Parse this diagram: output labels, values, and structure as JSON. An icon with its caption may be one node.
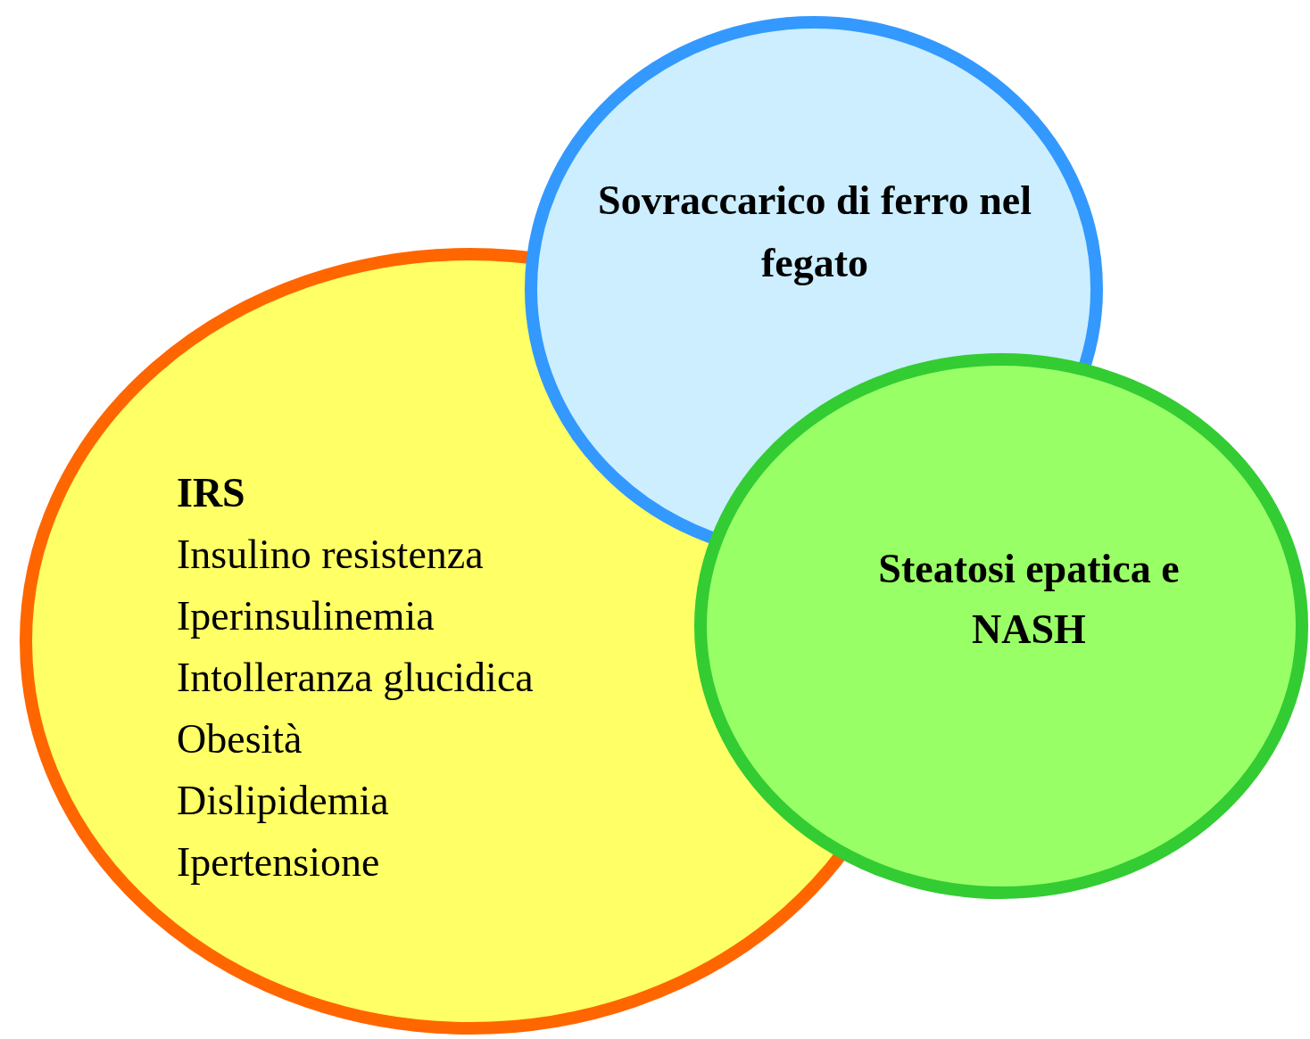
{
  "diagram": {
    "nodes": [
      {
        "text": [
          "IRS",
          "Insulino resistenza",
          "Iperinsulinemia",
          "Intolleranza glucidica",
          "Obesità",
          "Dislipidemia",
          "Ipertensione"
        ]
      },
      {
        "text": [
          "Sovraccarico di ferro nel fegato"
        ]
      },
      {
        "text": [
          "Steatosi epatica e NASH"
        ]
      }
    ]
  }
}
